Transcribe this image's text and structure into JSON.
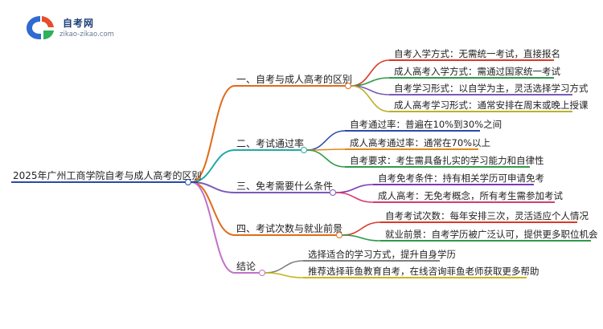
{
  "brand": {
    "name": "自考网",
    "url": "zikao-zikao.com",
    "logo_icon": "zikao-logo-icon"
  },
  "mindmap": {
    "root": "2025年广州工商学院自考与成人高考的区别",
    "branches": [
      {
        "label": "一、自考与成人高考的区别",
        "color": "#e06b1a",
        "children": [
          {
            "text": "自考入学方式：无需统一考试，直接报名",
            "color": "#d93a28"
          },
          {
            "text": "成人高考入学方式：需通过国家统一考试",
            "color": "#2f9a49"
          },
          {
            "text": "自考学习形式：以自学为主，灵活选择学习方式",
            "color": "#7b5ab8"
          },
          {
            "text": "成人高考学习形式：通常安排在周末或晚上授课",
            "color": "#b9b12a"
          }
        ]
      },
      {
        "label": "二、考试通过率",
        "color": "#23a8a8",
        "children": [
          {
            "text": "自考通过率：普遍在10%到30%之间",
            "color": "#2a4aa8"
          },
          {
            "text": "成人高考通过率：通常在70%以上",
            "color": "#e0891a"
          },
          {
            "text": "自考要求：考生需具备扎实的学习能力和自律性",
            "color": "#2f9a49"
          }
        ]
      },
      {
        "label": "三、免考需要什么条件",
        "color": "#7b5ab8",
        "children": [
          {
            "text": "自考免考条件：持有相关学历可申请免考",
            "color": "#7b3ab8"
          },
          {
            "text": "成人高考：无免考概念，所有考生需参加考试",
            "color": "#d93a70"
          }
        ]
      },
      {
        "label": "四、考试次数与就业前景",
        "color": "#e06b1a",
        "children": [
          {
            "text": "自考考试次数：每年安排三次，灵活适应个人情况",
            "color": "#d93a28"
          },
          {
            "text": "就业前景：自考学历被广泛认可，提供更多职位机会",
            "color": "#2f9a49"
          }
        ]
      },
      {
        "label": "结论",
        "color": "#c271c8",
        "children": [
          {
            "text": "选择适合的学习方式，提升自身学历",
            "color": "#7f7f7f"
          },
          {
            "text": "推荐选择菲鱼教育自考，在线咨询菲鱼老师获取更多帮助",
            "color": "#c9b520"
          }
        ]
      }
    ]
  }
}
